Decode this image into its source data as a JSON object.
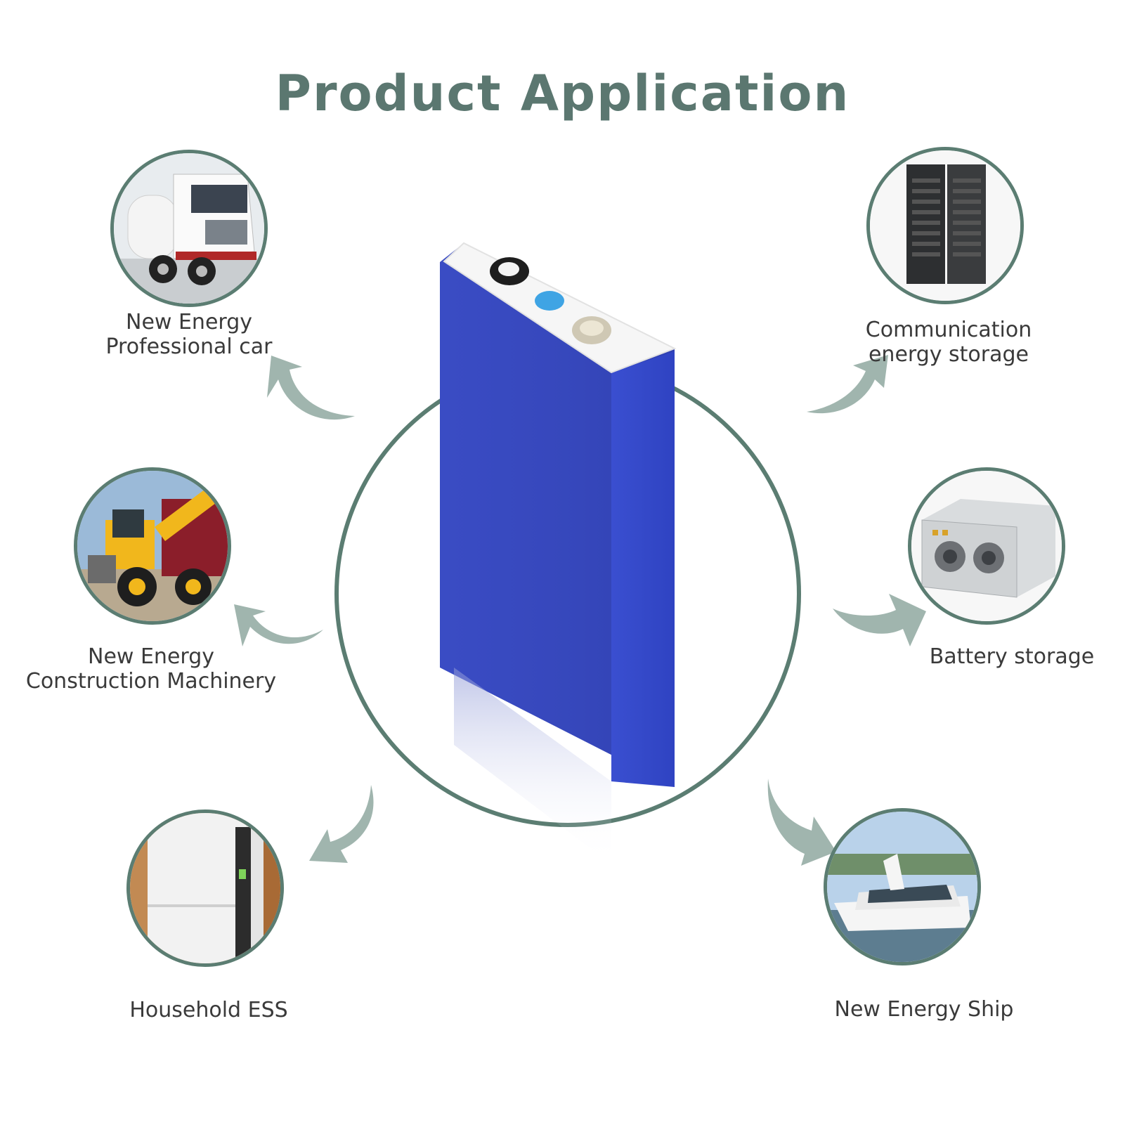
{
  "title": "Product Application",
  "colors": {
    "title": "#5b7770",
    "ring": "#5b7d72",
    "arrow": "#8fa8a0",
    "battery": "#3648bd",
    "label": "#3a3a3a"
  },
  "applications": [
    {
      "icon": "truck-icon",
      "lines": [
        "New Energy",
        "Professional car"
      ]
    },
    {
      "icon": "loader-icon",
      "lines": [
        "New Energy",
        "Construction Machinery"
      ]
    },
    {
      "icon": "home-battery-icon",
      "lines": [
        "Household ESS"
      ]
    },
    {
      "icon": "server-rack-icon",
      "lines": [
        "Communication",
        "energy storage"
      ]
    },
    {
      "icon": "battery-storage-unit-icon",
      "lines": [
        "Battery storage"
      ]
    },
    {
      "icon": "ship-icon",
      "lines": [
        "New Energy Ship"
      ]
    }
  ]
}
